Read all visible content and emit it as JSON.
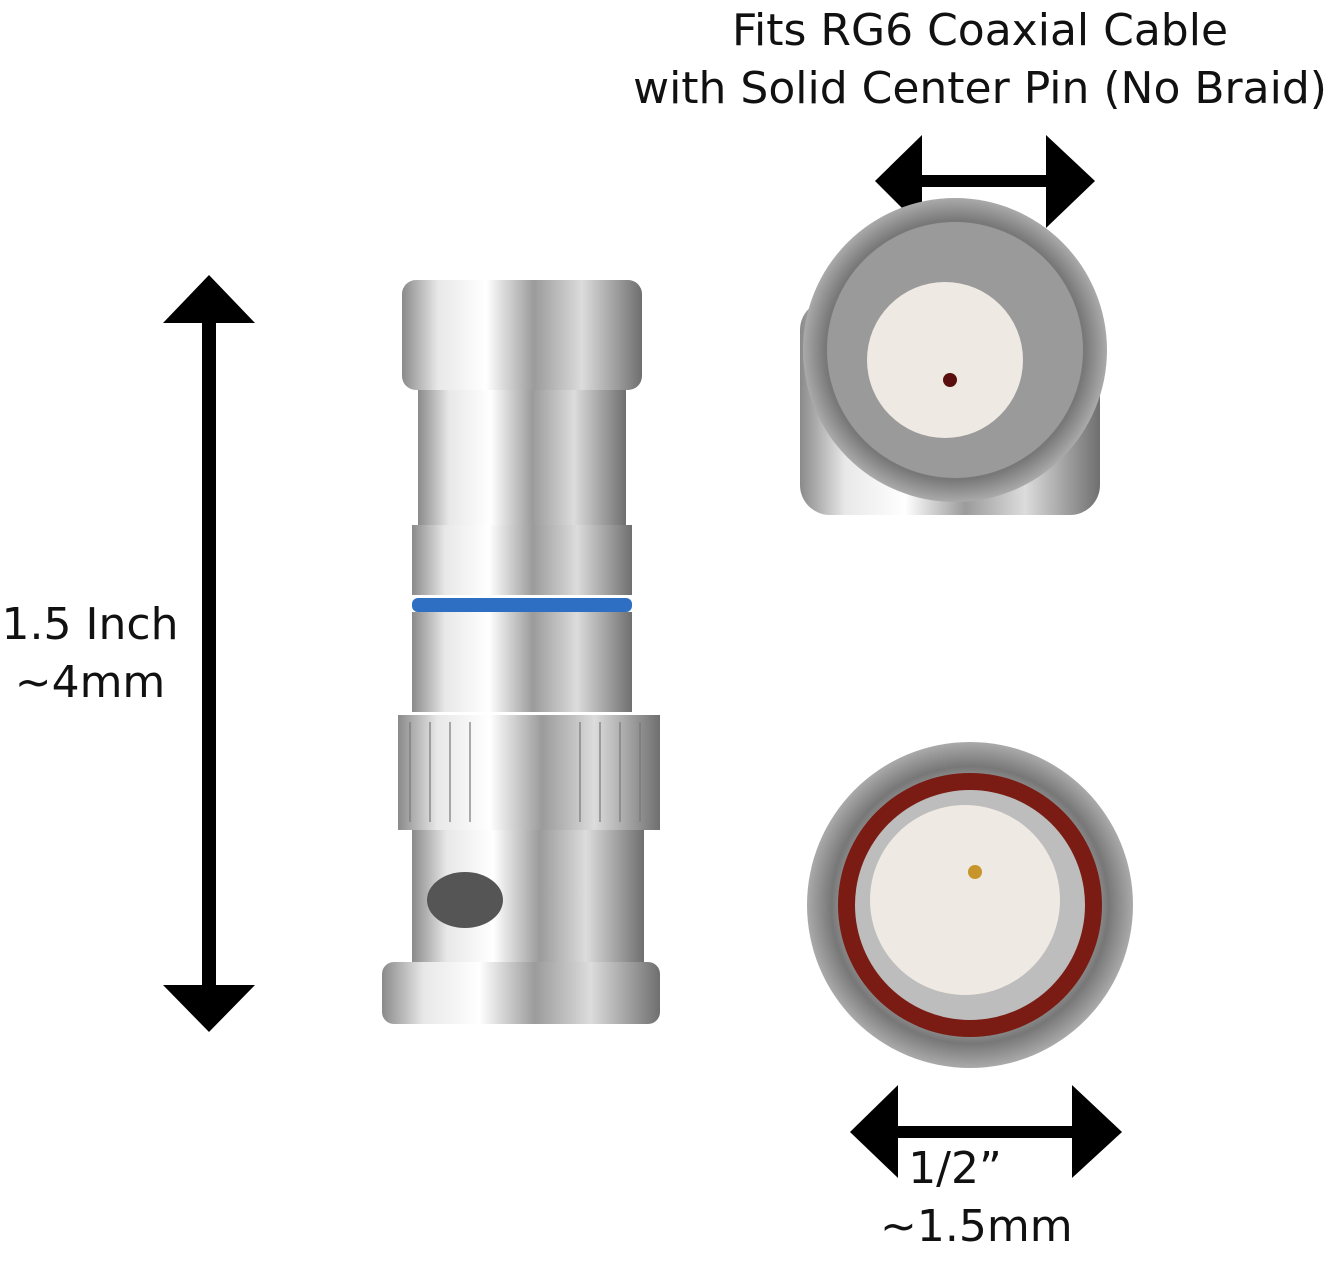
{
  "title": {
    "line1": "Fits RG6 Coaxial Cable",
    "line2": "with Solid Center Pin (No Braid)"
  },
  "height_dimension": {
    "line1": "1.5 Inch",
    "line2": "~4mm"
  },
  "width_dimension": {
    "line1": "1/2”",
    "line2": "~1.5mm"
  },
  "colors": {
    "arrow": "#000000",
    "metal": "#c9c9c9",
    "seal_ring": "#2e6fc4",
    "insulator": "#efe9e4",
    "red_gasket": "#7a1c14"
  }
}
